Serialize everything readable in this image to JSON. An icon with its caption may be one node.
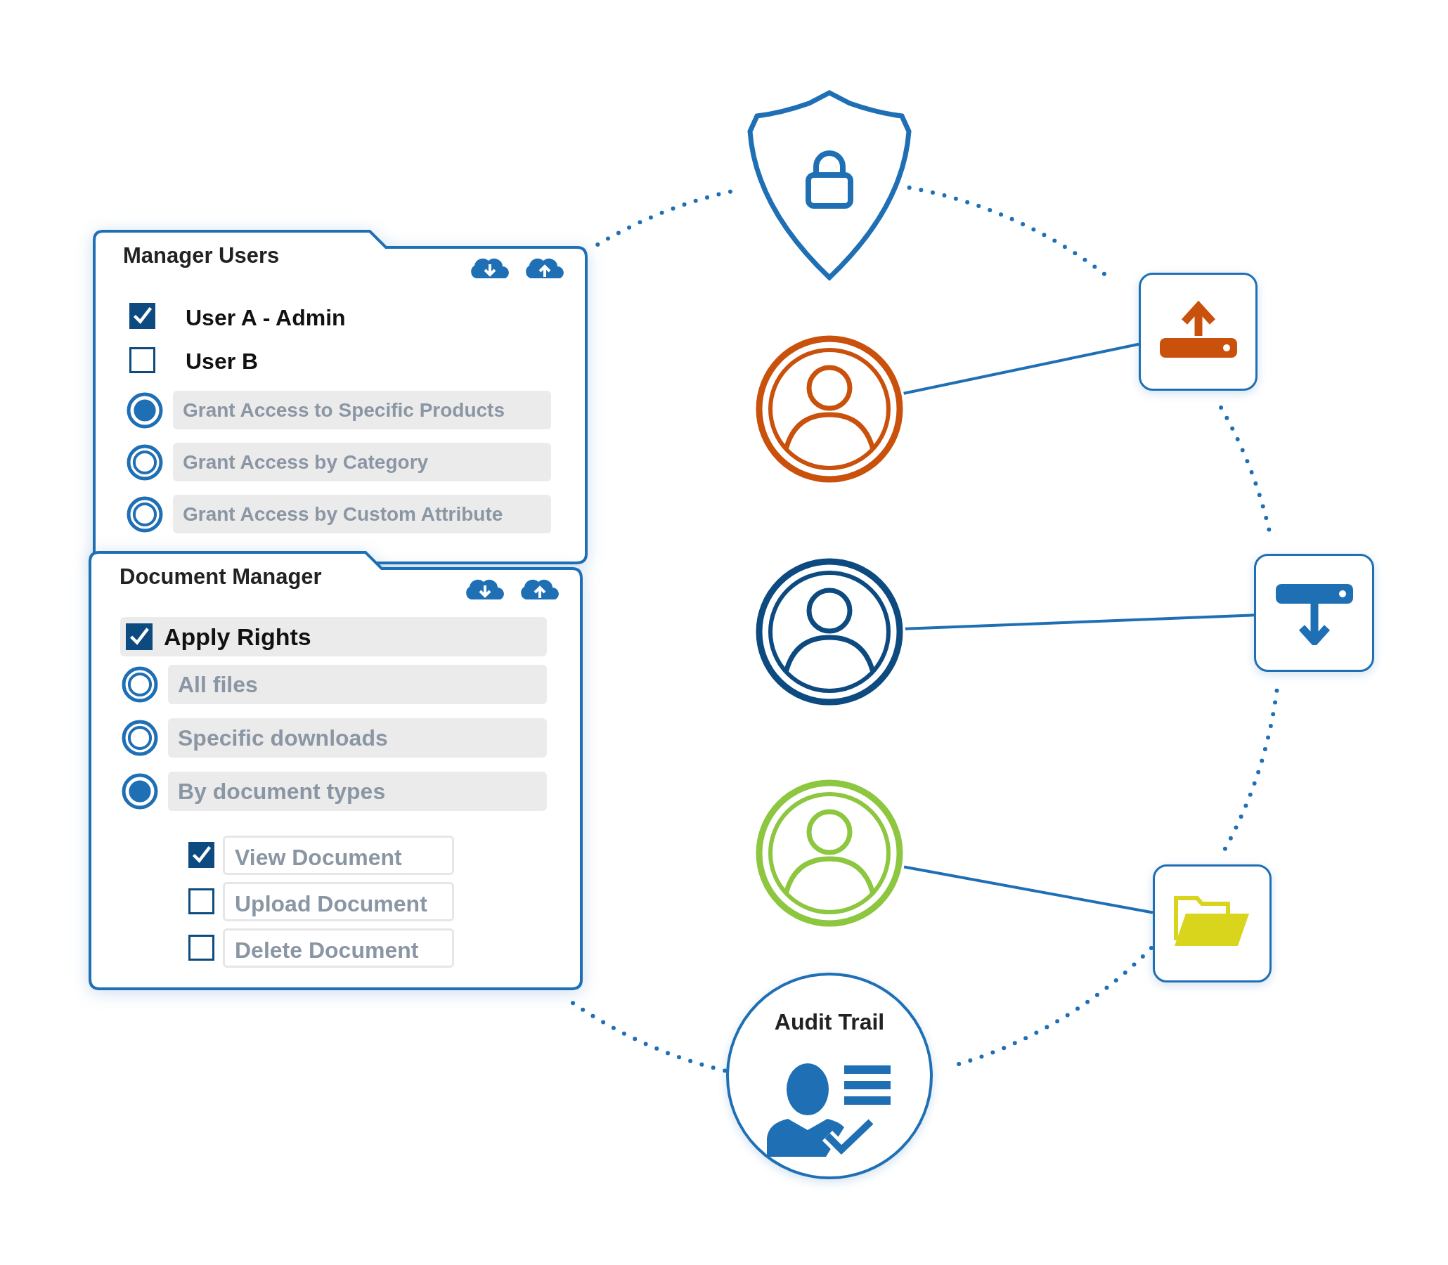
{
  "diagram": {
    "nodes": [
      {
        "text": [
          "Manager Users",
          "User A - Admin",
          "User B"
        ]
      },
      {
        "text": [
          "Grant Access to Specific Products"
        ],
        "in": 0
      },
      {
        "text": [
          "Grant Access by Category"
        ],
        "in": 0
      },
      {
        "text": [
          "Grant Access by Custom Attribute"
        ],
        "in": 0
      },
      {
        "text": [],
        "shape": "shield"
      },
      {
        "text": [],
        "shape": "box"
      },
      {
        "text": [],
        "shape": "person"
      },
      {
        "text": [
          "Document Manager"
        ]
      },
      {
        "text": [
          "Apply Rights"
        ],
        "in": 7
      },
      {
        "text": [
          "All files"
        ],
        "in": 7
      },
      {
        "text": [
          "Specific downloads"
        ],
        "in": 7
      },
      {
        "text": [
          "By document types"
        ],
        "in": 7
      },
      {
        "text": [
          "View Document"
        ],
        "in": 7
      },
      {
        "text": [
          "Upload Document"
        ],
        "in": 7
      },
      {
        "text": [
          "Delete Document"
        ],
        "in": 7
      },
      {
        "text": [],
        "shape": "box"
      },
      {
        "text": [],
        "shape": "person"
      },
      {
        "text": [],
        "shape": "person"
      },
      {
        "text": [],
        "shape": "box"
      },
      {
        "text": [
          "Audit Trail"
        ]
      }
    ],
    "edges": [
      {
        "from": 0,
        "to": 4,
        "arrow": "none",
        "style": "dashed"
      },
      {
        "from": 4,
        "to": 5,
        "arrow": "none",
        "style": "dashed"
      },
      {
        "from": 6,
        "to": 5,
        "arrow": "none"
      },
      {
        "from": 5,
        "to": 15,
        "arrow": "none",
        "style": "dashed"
      },
      {
        "from": 16,
        "to": 15,
        "arrow": "none"
      },
      {
        "from": 15,
        "to": 18,
        "arrow": "none",
        "style": "dashed"
      },
      {
        "from": 17,
        "to": 18,
        "arrow": "none"
      },
      {
        "from": 18,
        "to": 19,
        "arrow": "none",
        "style": "dashed"
      },
      {
        "from": 19,
        "to": 7,
        "arrow": "none",
        "style": "dashed"
      }
    ]
  }
}
